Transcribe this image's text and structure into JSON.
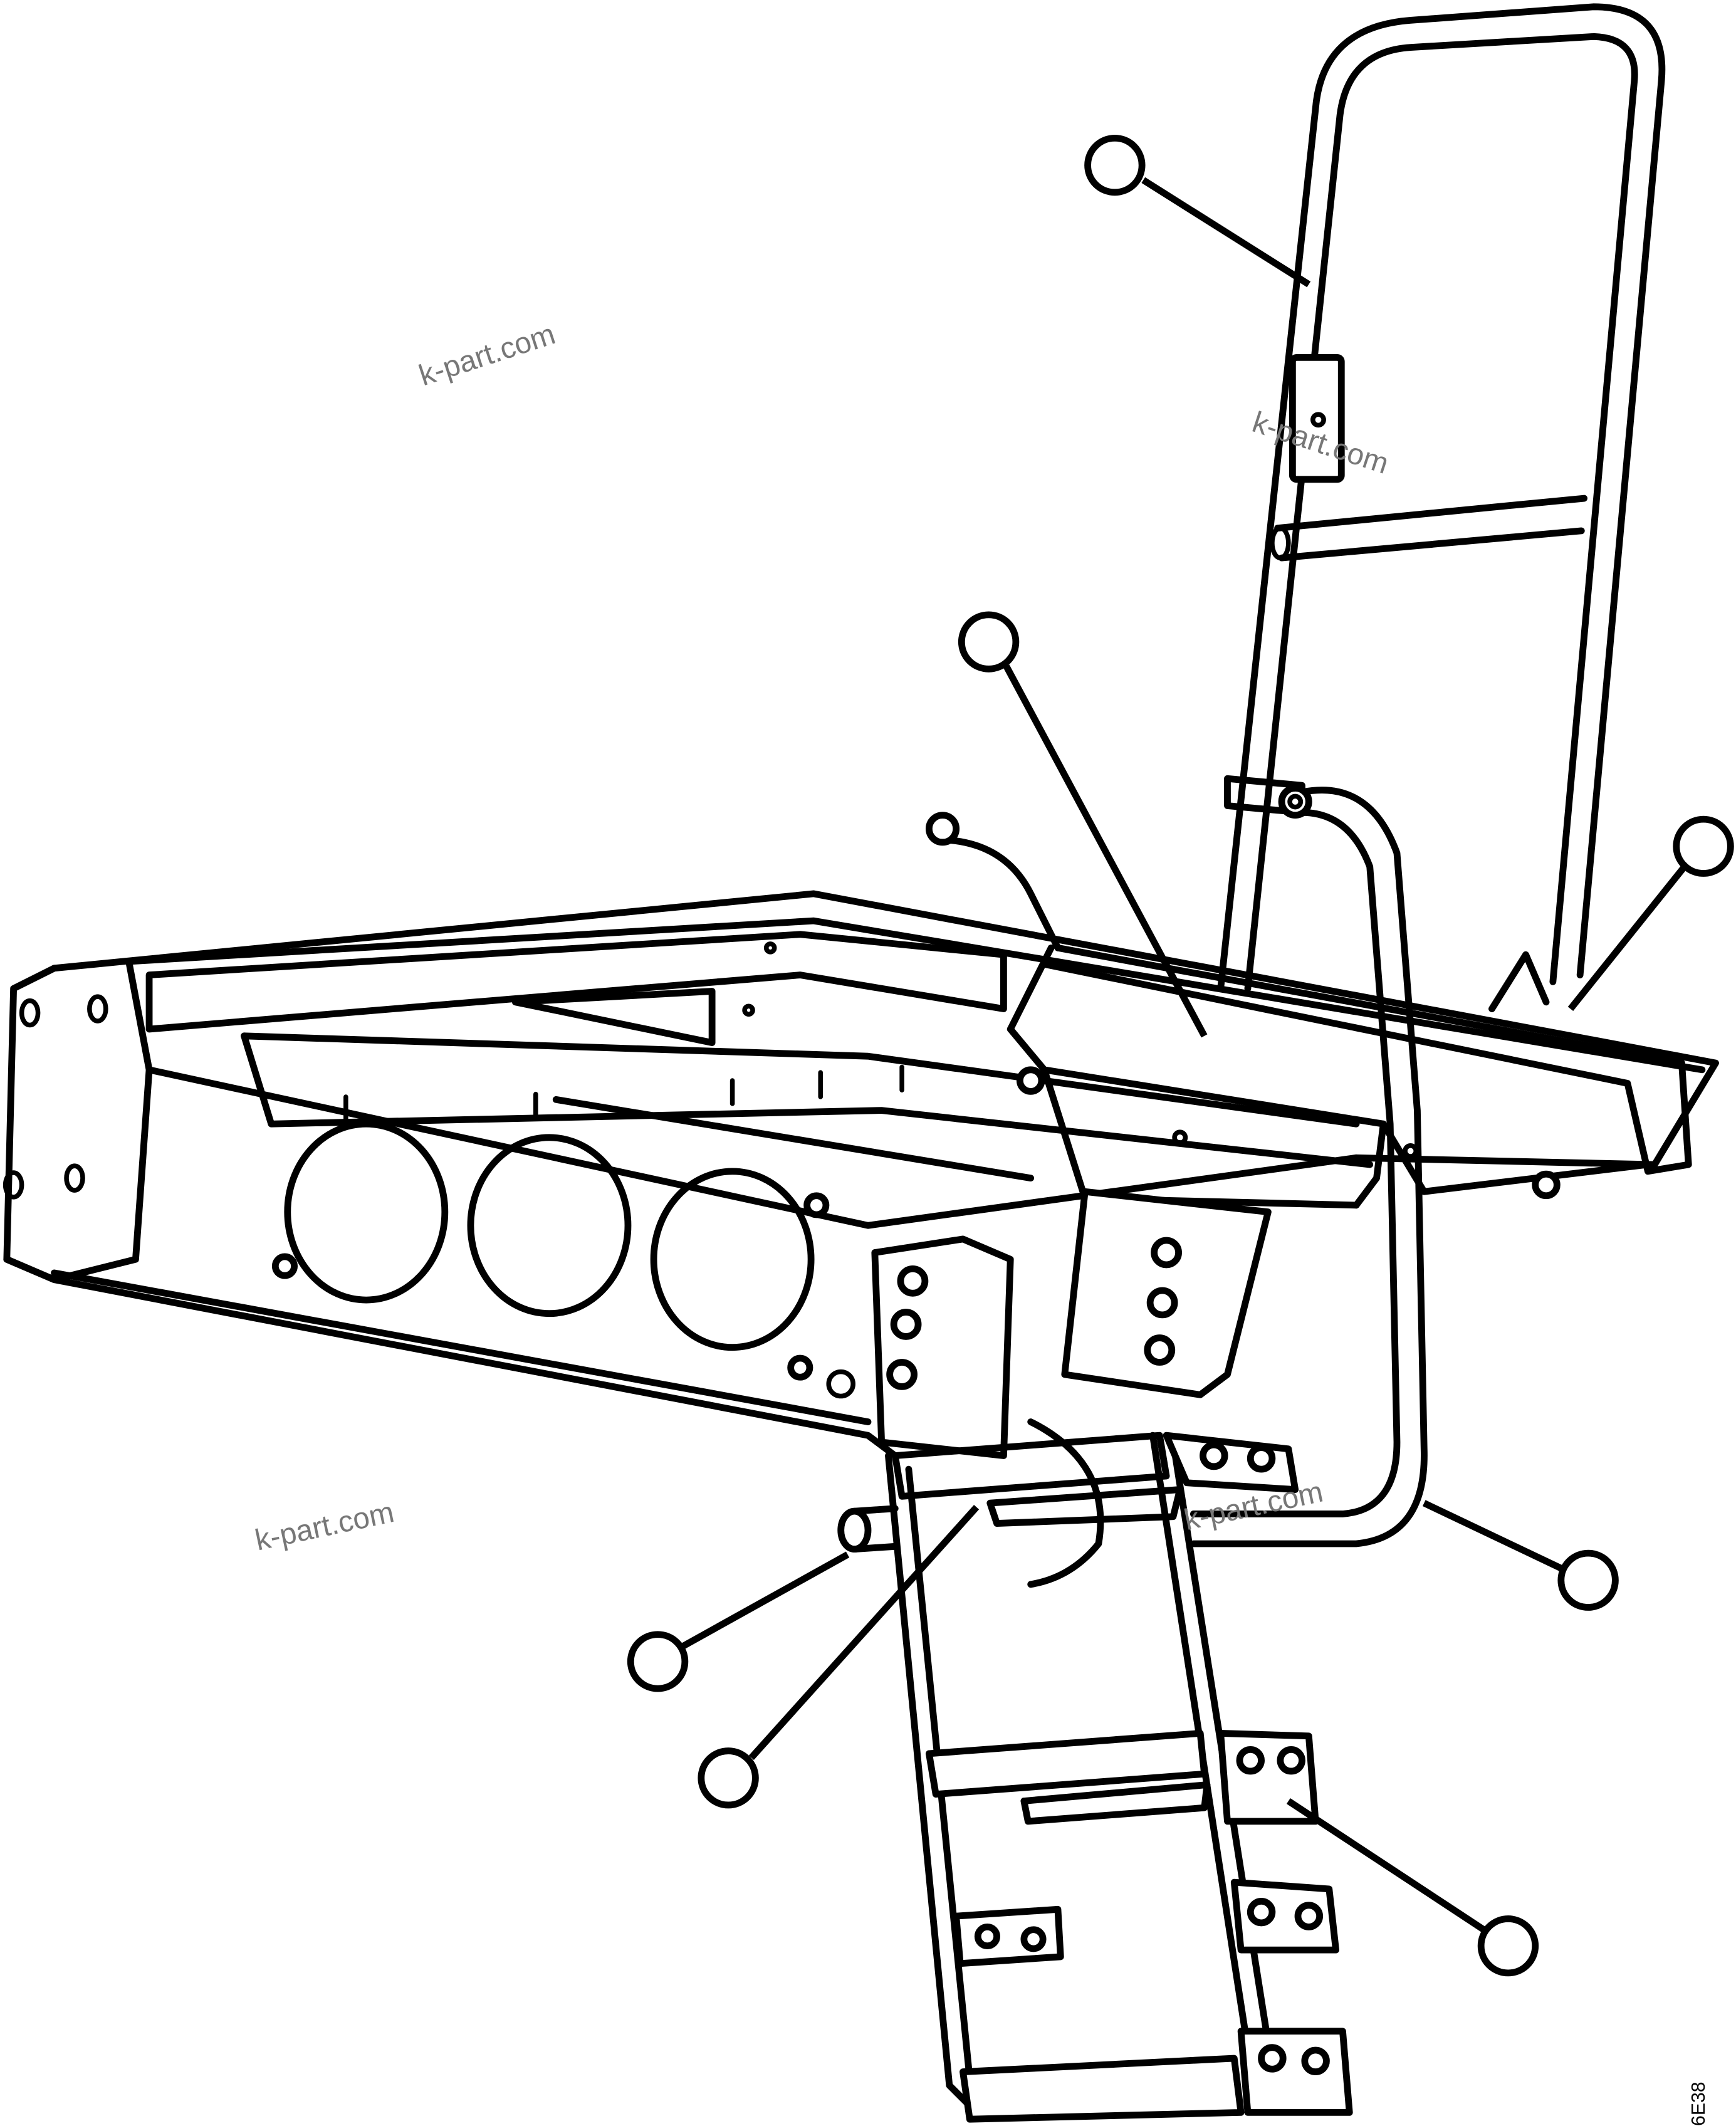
{
  "watermarks": [
    "k-part.com",
    "k-part.com",
    "k-part.com",
    "k-part.com"
  ],
  "drawing_code": "6E38",
  "callouts": [
    {
      "id": "ladder-upper"
    },
    {
      "id": "platform"
    },
    {
      "id": "handrail-pin"
    },
    {
      "id": "handrail-loop"
    },
    {
      "id": "step-pivot-pin"
    },
    {
      "id": "step-bracket"
    },
    {
      "id": "lower-ladder"
    }
  ]
}
